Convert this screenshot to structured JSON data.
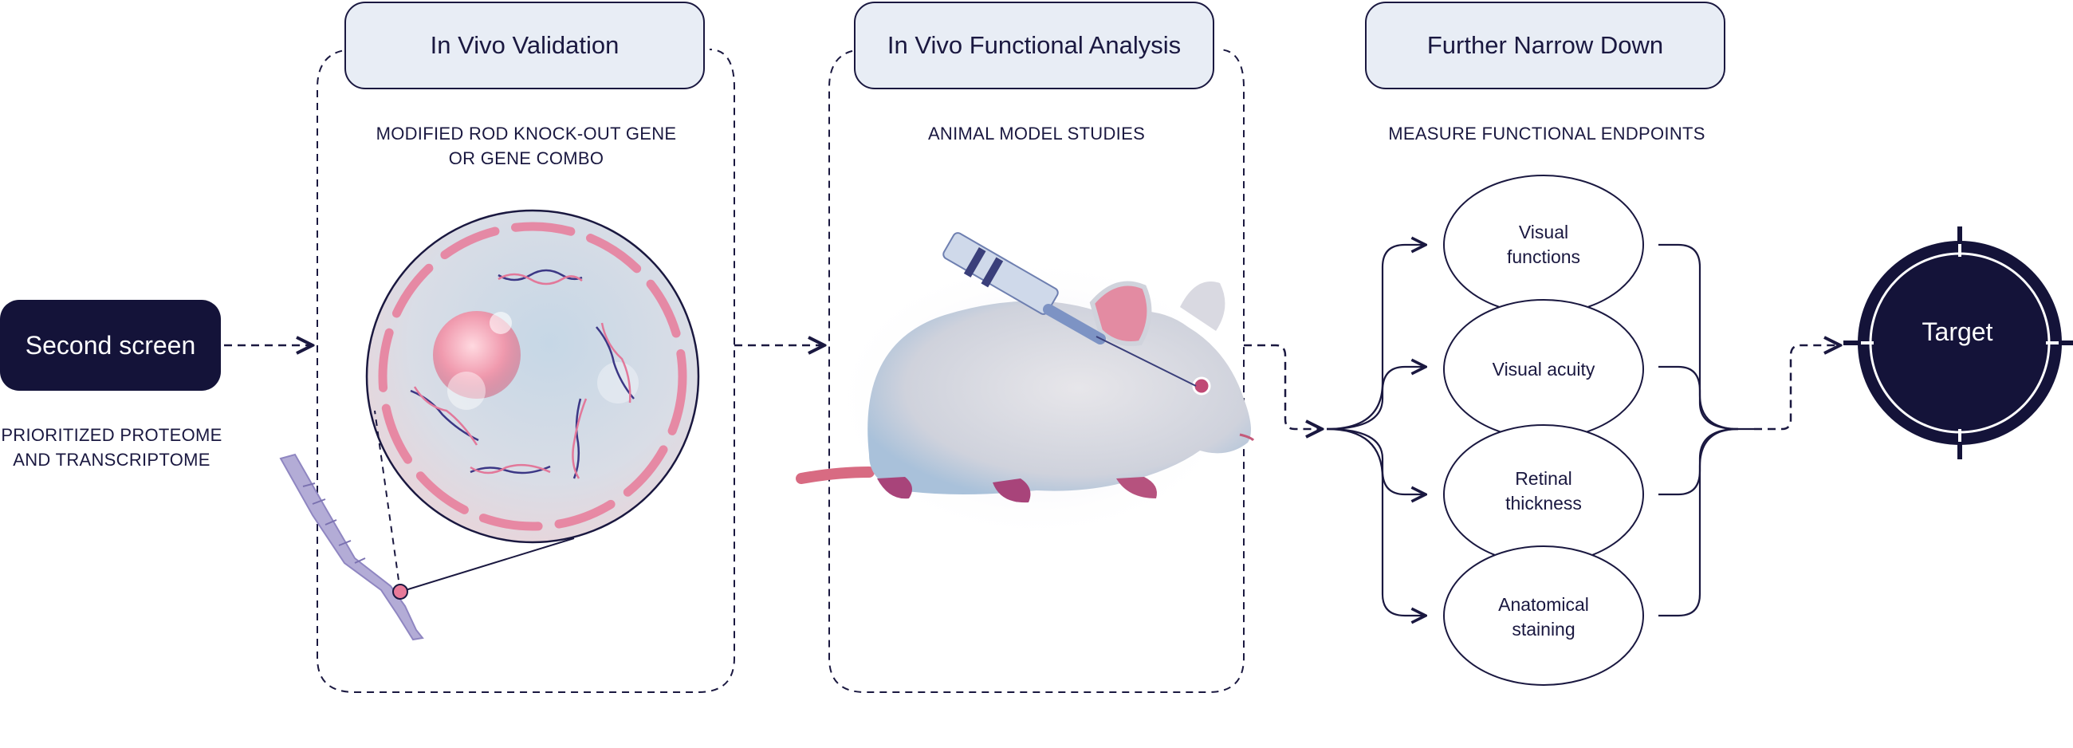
{
  "steps": [
    {
      "title": "In Vivo Validation",
      "caption_line1": "MODIFIED ROD KNOCK-OUT GENE",
      "caption_line2": "OR GENE COMBO"
    },
    {
      "title": "In Vivo Functional Analysis",
      "caption_line1": "ANIMAL MODEL STUDIES"
    },
    {
      "title": "Further Narrow Down",
      "caption_line1": "MEASURE FUNCTIONAL ENDPOINTS"
    }
  ],
  "start": {
    "label": "Second screen",
    "caption_line1": "PRIORITIZED PROTEOME",
    "caption_line2": "AND TRANSCRIPTOME"
  },
  "endpoints": [
    {
      "line1": "Visual",
      "line2": "functions"
    },
    {
      "line1": "Visual acuity",
      "line2": ""
    },
    {
      "line1": "Retinal",
      "line2": "thickness"
    },
    {
      "line1": "Anatomical",
      "line2": "staining"
    }
  ],
  "target": {
    "label": "Target"
  },
  "colors": {
    "navy": "#141339",
    "header_fill": "#e8edf5",
    "pink": "#e86a8e",
    "cell_blue": "#b9cde0"
  }
}
